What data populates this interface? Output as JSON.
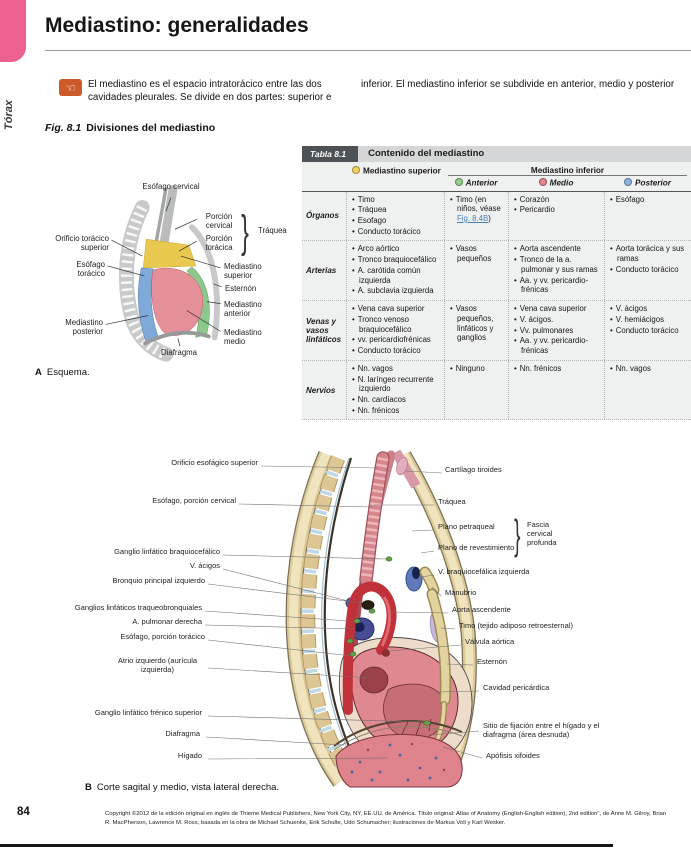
{
  "page": {
    "tab_label": "Tórax",
    "title": "Mediastino: generalidades",
    "number": "84"
  },
  "intro": {
    "icon": "pointing-hand-icon",
    "col1": "El mediastino es el espacio intratorácico entre las dos cavidades pleurales. Se divide en dos partes: superior e",
    "col2": "inferior. El mediastino inferior se subdivide en anterior, medio y posterior"
  },
  "fig1": {
    "label": "Fig. 8.1",
    "title": "Divisiones del mediastino",
    "caption_letter": "A",
    "caption": "Esquema.",
    "colors": {
      "superior": "#e9c84f",
      "anterior": "#8cc88c",
      "medio": "#e58f98",
      "posterior": "#7ea9d9",
      "bone": "#c7c9cb"
    },
    "labels": {
      "esofago_cervical": "Esófago cervical",
      "porcion_cervical": "Porción cervical",
      "porcion_toracica": "Porción torácica",
      "traquea": "Tráquea",
      "orificio": "Orificio torácico superior",
      "esofago_toracico": "Esófago torácico",
      "mediastino_superior": "Mediastino superior",
      "esternon": "Esternón",
      "mediastino_anterior": "Mediastino anterior",
      "mediastino_medio": "Mediastino medio",
      "mediastino_posterior": "Mediastino posterior",
      "diafragma": "Diafragma"
    }
  },
  "table": {
    "tag": "Tabla 8.1",
    "title": "Contenido del mediastino",
    "superior_header": "Mediastino superior",
    "inferior_header": "Mediastino inferior",
    "subcols": [
      "Anterior",
      "Medio",
      "Posterior"
    ],
    "dot_colors": {
      "superior": "#f2d35a",
      "anterior": "#96cc90",
      "medio": "#e4858c",
      "posterior": "#8fb3e0"
    },
    "rows": [
      {
        "label": "Órganos",
        "superior": [
          "Timo",
          "Tráquea",
          "Esofago",
          "Conducto torácico"
        ],
        "anterior_pre": "Timo (en niños, véase ",
        "anterior_link": "Fig. 8.4B",
        "anterior_post": ")",
        "medio": [
          "Corazón",
          "Pericardio"
        ],
        "posterior": [
          "Esófago"
        ]
      },
      {
        "label": "Arterias",
        "superior": [
          "Arco aórtico",
          "Tronco braquiocefálico",
          "A. carótida común izquierda",
          "A. subclavia izquierda"
        ],
        "anterior": [
          "Vasos pequeños"
        ],
        "medio": [
          "Aorta ascendente",
          "Tronco de la a. pulmonar y sus ramas",
          "Aa. y vv. pericardio-frénicas"
        ],
        "posterior": [
          "Aorta torácica y sus ramas",
          "Conducto torácico"
        ]
      },
      {
        "label": "Venas y vasos linfáticos",
        "superior": [
          "Vena cava superior",
          "Tronco venoso braquiocefálico",
          "vv. pericardiofrénicas",
          "Conducto torácico"
        ],
        "anterior": [
          "Vasos pequeños, linfáticos y ganglios"
        ],
        "medio": [
          "Vena cava superior",
          "V. ácigos.",
          "Vv. pulmonares",
          "Aa. y vv. pericardio-frénicas"
        ],
        "posterior": [
          "V. ácigos",
          "V. hemiácigos",
          "Conducto torácico"
        ]
      },
      {
        "label": "Nervios",
        "superior": [
          "Nn. vagos",
          "N. laríngeo recurrente izquierdo",
          "Nn. cardíacos",
          "Nn. frénicos"
        ],
        "anterior": [
          "Ninguno"
        ],
        "medio": [
          "Nn. frénicos"
        ],
        "posterior": [
          "Nn. vagos"
        ]
      }
    ]
  },
  "fig2": {
    "caption_letter": "B",
    "caption": "Corte sagital y medio, vista lateral derecha.",
    "left_labels": [
      "Orificio esofágico superior",
      "Esófago, porción cervical",
      "Ganglio linfático braquiocefálico",
      "V. ácigos",
      "Bronquio principal izquierdo",
      "Ganglios linfáticos traqueobronquiales",
      "A. pulmonar derecha",
      "Esófago, porción torácico",
      "Atrio izquierdo (aurícula izquierda)",
      "Ganglio linfático frénico superior",
      "Diafragma",
      "Hígado"
    ],
    "right_labels": [
      "Cartílago tiroides",
      "Tráquea",
      "Plano petraqueal",
      "Plano de revestimiento",
      "Fascia cervical profunda",
      "V. braquiocefálica izquierda",
      "Manubrio",
      "Aorta ascendente",
      "Timo (tejido adiposo retroesternal)",
      "Válvula aórtica",
      "Esternón",
      "Cavidad pericárdica",
      "Sitio de fijación entre el hígado y el diafragma (área desnuda)",
      "Apófisis xifoides"
    ]
  },
  "footer": {
    "copyright": "Copyright ©2012 de la edición original en inglés de Thieme Medical Publishers, New York City, NY, EE.UU. de América. Título original: Atlas of Anatomy (English-English edition), 2nd edition\", de Anne M. Gilroy, Brian R. MacPherson, Lawrence M. Ross, basada en la obra de Michael Schuenke, Erik Schulte, Udo Schumacher; ilustraciones de Markus Voll y Karl Wesker."
  }
}
